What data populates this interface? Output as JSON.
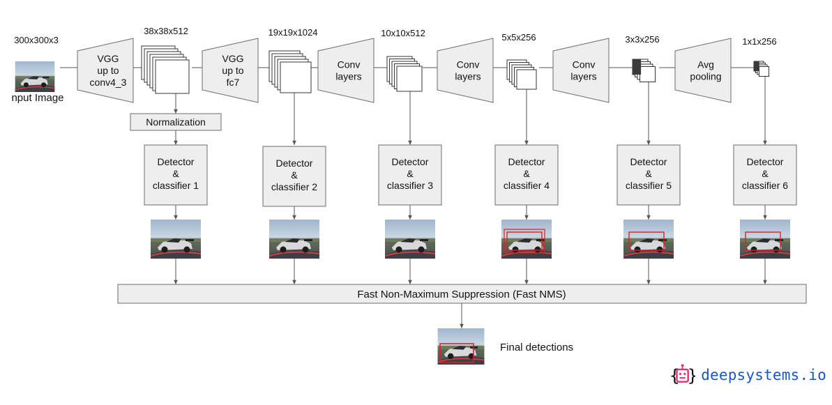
{
  "input": {
    "dims": "300x300x3",
    "caption": "nput Image"
  },
  "backbone": [
    {
      "label": [
        "VGG",
        "up to",
        "conv4_3"
      ]
    },
    {
      "label": [
        "VGG",
        "up to",
        "fc7"
      ]
    },
    {
      "label": [
        "Conv",
        "layers"
      ]
    },
    {
      "label": [
        "Conv",
        "layers"
      ]
    },
    {
      "label": [
        "Conv",
        "layers"
      ]
    },
    {
      "label": [
        "Avg",
        "pooling"
      ]
    }
  ],
  "feature_maps": [
    "38x38x512",
    "19x19x1024",
    "10x10x512",
    "5x5x256",
    "3x3x256",
    "1x1x256"
  ],
  "normalization_label": "Normalization",
  "detectors": [
    {
      "label": [
        "Detector",
        "&",
        "classifier 1"
      ],
      "highlight": false
    },
    {
      "label": [
        "Detector",
        "&",
        "classifier 2"
      ],
      "highlight": false
    },
    {
      "label": [
        "Detector",
        "&",
        "classifier 3"
      ],
      "highlight": false
    },
    {
      "label": [
        "Detector",
        "&",
        "classifier 4"
      ],
      "highlight": true
    },
    {
      "label": [
        "Detector",
        "&",
        "classifier 5"
      ],
      "highlight": true
    },
    {
      "label": [
        "Detector",
        "&",
        "classifier 6"
      ],
      "highlight": true
    }
  ],
  "nms_label": "Fast Non-Maximum Suppression (Fast NMS)",
  "final_label": "Final detections",
  "brand": {
    "text": "deepsystems.io",
    "color": "#1557c9",
    "logo_color": "#e0337a"
  },
  "colors": {
    "box_fill": "#eeeeee",
    "box_stroke": "#6b6b6b",
    "line": "#555555",
    "detection": "#e02020"
  }
}
